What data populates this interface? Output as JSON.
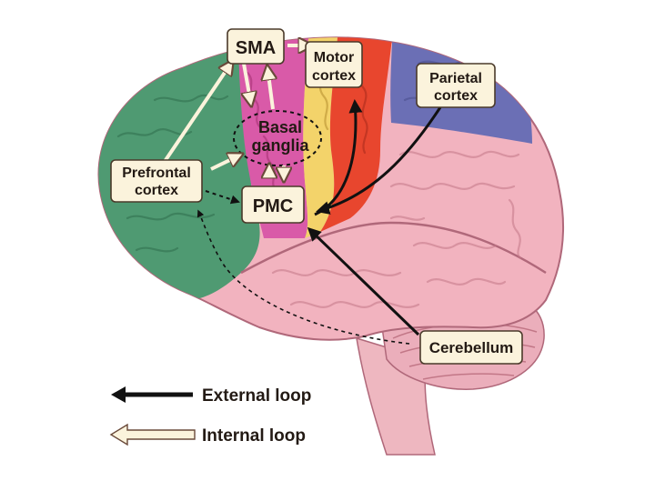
{
  "labels": {
    "sma": "SMA",
    "motor_cortex": [
      "Motor",
      "cortex"
    ],
    "parietal_cortex": [
      "Parietal",
      "cortex"
    ],
    "basal_ganglia": [
      "Basal",
      "ganglia"
    ],
    "prefrontal_cortex": [
      "Prefrontal",
      "cortex"
    ],
    "pmc": "PMC",
    "cerebellum": "Cerebellum"
  },
  "legend": {
    "external_loop": "External loop",
    "internal_loop": "Internal loop"
  },
  "colors": {
    "prefrontal": "#4f9a72",
    "premotor_pink": "#d95aa8",
    "motor_yellow": "#f3d36a",
    "motor_red": "#e8462e",
    "parietal_blue": "#6b6fb5",
    "brain_pink": "#f2b3bf",
    "label_fill": "#fbf3dc",
    "external_arrow": "#111111",
    "internal_arrow": "#fbf3dc"
  }
}
